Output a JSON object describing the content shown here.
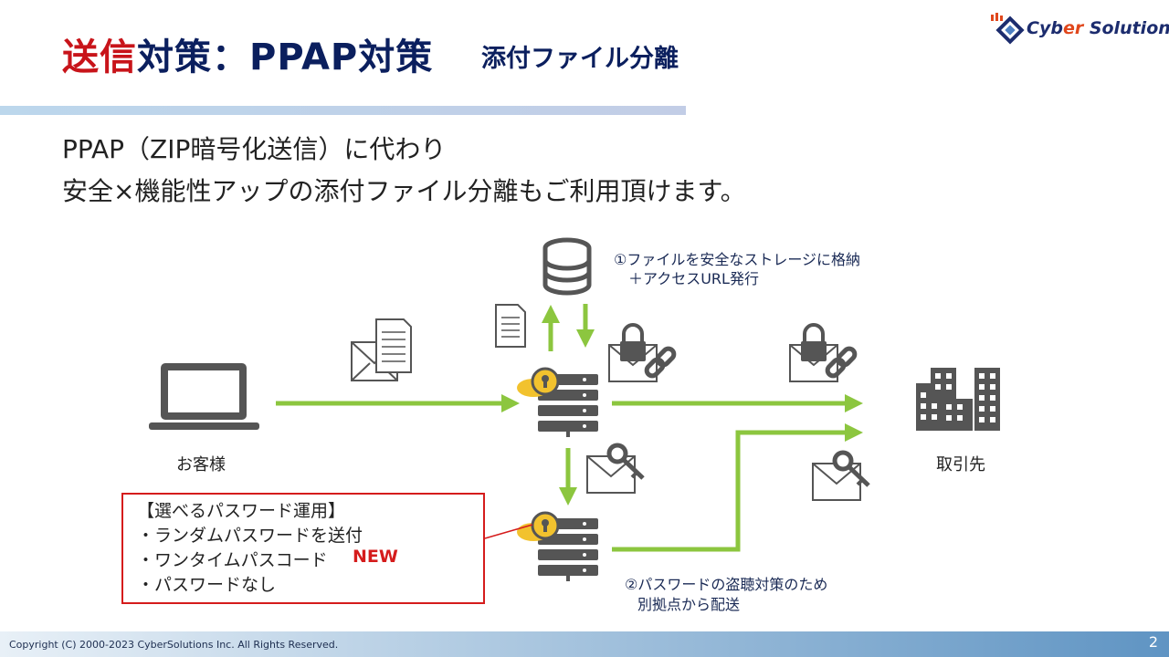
{
  "header": {
    "title_red": "送信",
    "title_rest": "対策：PPAP対策",
    "subtitle": "添付ファイル分離",
    "logo_text_1": "Cyb",
    "logo_text_accent": "er",
    "logo_text_2": " Solutions"
  },
  "lead": {
    "line1": "PPAP（ZIP暗号化送信）に代わり",
    "line2": "安全×機能性アップの添付ファイル分離もご利用頂けます。"
  },
  "diagram": {
    "customer_label": "お客様",
    "partner_label": "取引先",
    "storage_note_1": "①ファイルを安全なストレージに格納",
    "storage_note_2": "＋アクセスURL発行",
    "delivery_note_1": "②パスワードの盗聴対策のため",
    "delivery_note_2": "別拠点から配送"
  },
  "options": {
    "title": "【選べるパスワード運用】",
    "item1": "・ランダムパスワードを送付",
    "item2": "・ワンタイムパスコード",
    "item2_badge": "NEW",
    "item3": "・パスワードなし"
  },
  "footer": {
    "copyright": "Copyright (C) 2000-2023  CyberSolutions Inc. All Rights Reserved.",
    "page": "2"
  },
  "colors": {
    "brand_navy": "#0b1f5e",
    "accent_red": "#c8141a",
    "arrow_green": "#8cc63f",
    "icon_gray": "#555555",
    "lock_yellow": "#f2c22e"
  },
  "icons": [
    "laptop-icon",
    "envelope-icon",
    "document-icon",
    "database-icon",
    "server-icon",
    "lock-icon",
    "key-icon",
    "building-icon"
  ]
}
